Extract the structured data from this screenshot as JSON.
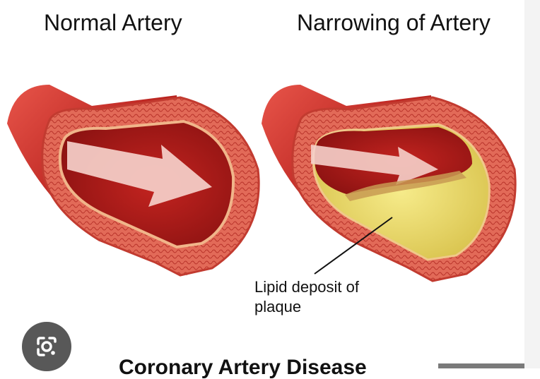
{
  "labels": {
    "normal": "Normal Artery",
    "narrowing": "Narrowing of Artery",
    "plaque_line1": "Lipid deposit of",
    "plaque_line2": "plaque",
    "bottom_title": "Coronary Artery Disease"
  },
  "icons": {
    "lens": "google-lens-icon"
  },
  "colors": {
    "artery_dark": "#a81e1c",
    "artery_mid": "#c8322d",
    "wall": "#e0705f",
    "lumen": "#b81c1c",
    "plaque": "#e9d96a",
    "arrow": "#f7d6d0",
    "lens_bg": "#585858"
  }
}
